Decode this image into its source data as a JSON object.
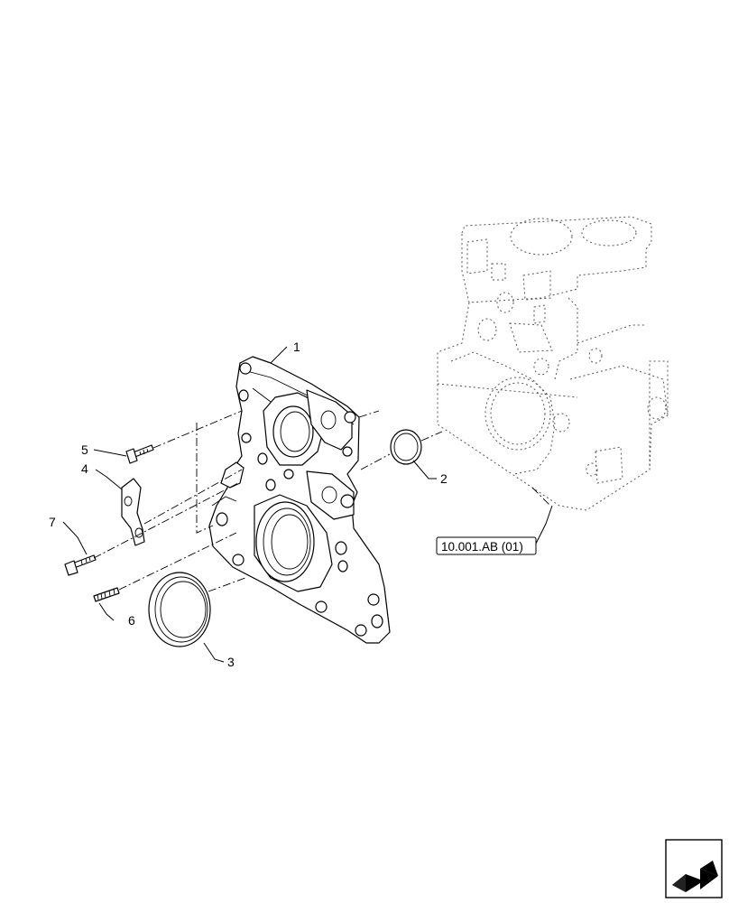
{
  "callouts": [
    {
      "id": "1",
      "label": "1"
    },
    {
      "id": "2",
      "label": "2"
    },
    {
      "id": "3",
      "label": "3"
    },
    {
      "id": "4",
      "label": "4"
    },
    {
      "id": "5",
      "label": "5"
    },
    {
      "id": "6",
      "label": "6"
    },
    {
      "id": "7",
      "label": "7"
    }
  ],
  "reference": {
    "label": "10.001.AB (01)"
  },
  "nav_icon": "return-arrow-icon"
}
